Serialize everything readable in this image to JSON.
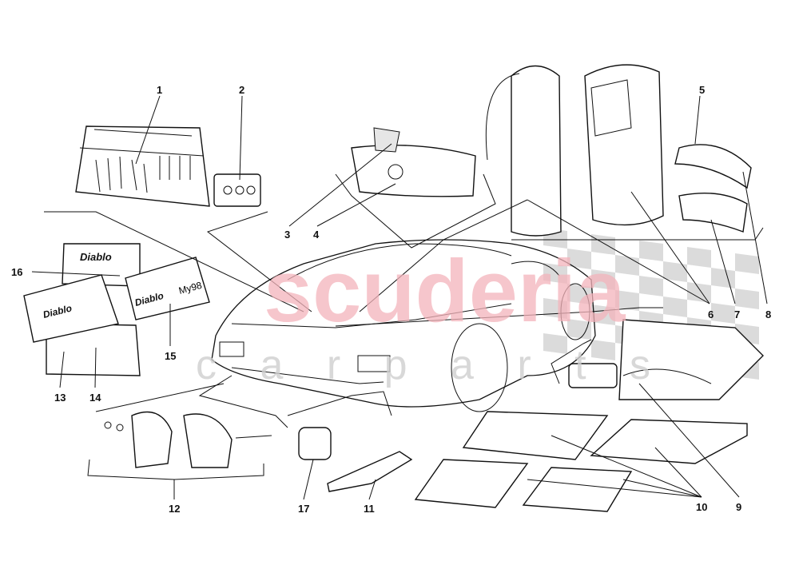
{
  "watermark": {
    "brand": "scuderia",
    "sub": "c a r p a r t s",
    "brand_color": "#f4b4bb"
  },
  "book_labels": {
    "b16": "Diablo",
    "b15": "Diablo",
    "b15_year": "My98",
    "b13": "Diablo"
  },
  "callouts": [
    "1",
    "2",
    "3",
    "4",
    "5",
    "6",
    "7",
    "8",
    "9",
    "10",
    "11",
    "12",
    "13",
    "14",
    "15",
    "16",
    "17"
  ]
}
